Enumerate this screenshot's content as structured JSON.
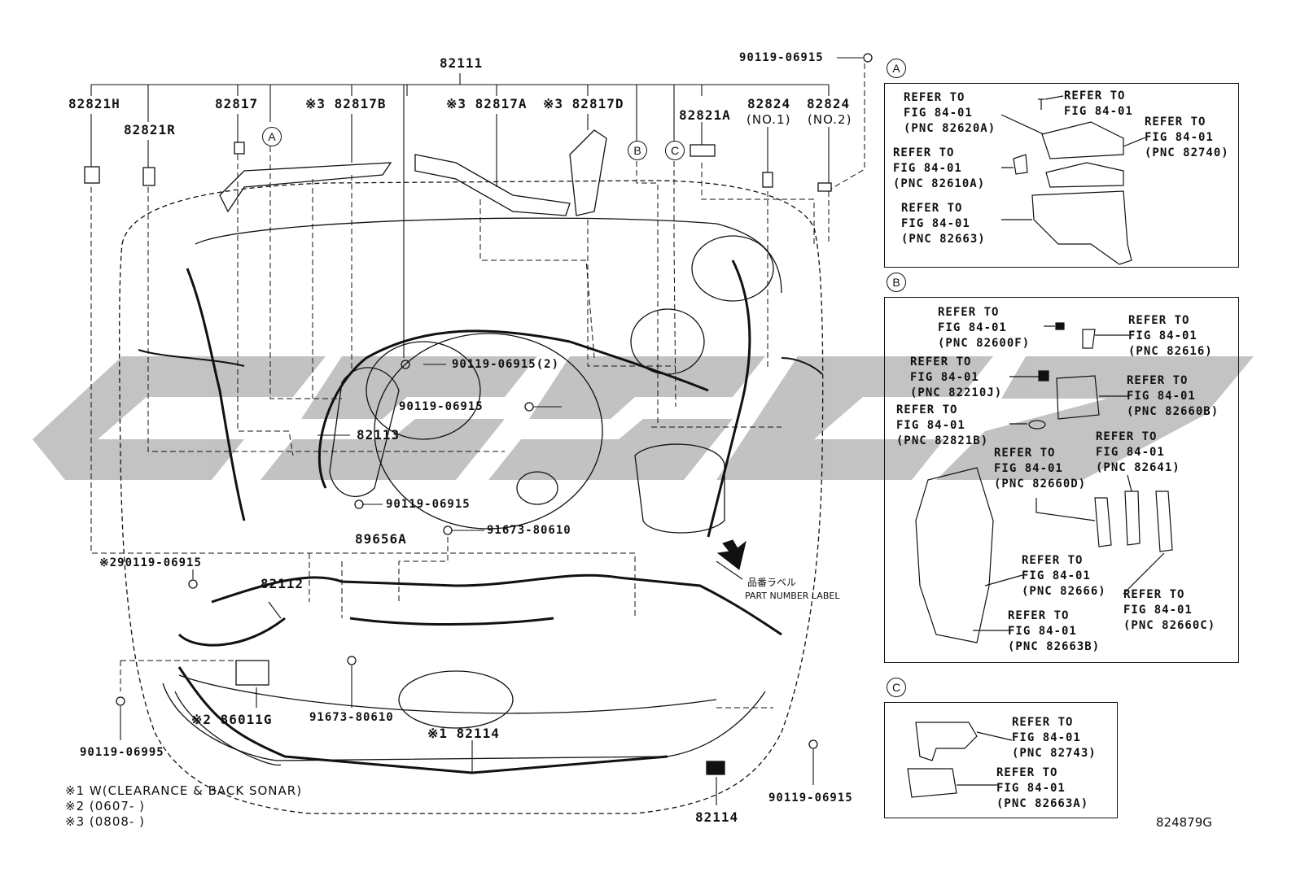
{
  "diagram": {
    "main_parts": {
      "p82111": "82111",
      "p82821H": "82821H",
      "p82821R": "82821R",
      "p82817": "82817",
      "p82817B": "※3 82817B",
      "p82817A": "※3 82817A",
      "p82817D": "※3 82817D",
      "p82821A": "82821A",
      "p82824_1": "82824",
      "p82824_1_note": "(NO.1)",
      "p82824_2": "82824",
      "p82824_2_note": "(NO.2)",
      "p90119_top": "90119-06915",
      "p90119_2": "90119-06915(2)",
      "p90119_mid": "90119-06915",
      "p82113": "82113",
      "p90119_low": "90119-06915",
      "p89656A": "89656A",
      "p91673_a": "91673-80610",
      "p90119_left": "※290119-06915",
      "p82112": "82112",
      "p86011G": "※2 86011G",
      "p91673_b": "91673-80610",
      "p82114_a": "※1 82114",
      "p90119_06995": "90119-06995",
      "p82114_b": "82114",
      "p90119_right": "90119-06915",
      "part_label_jp": "品番ラベル",
      "part_label_en": "PART NUMBER LABEL"
    },
    "callouts": {
      "a": "A",
      "b": "B",
      "c": "C"
    },
    "notes": [
      "※1 W(CLEARANCE & BACK SONAR)",
      "※2 (0607-        )",
      "※3 (0808-        )"
    ],
    "figure_id": "824879G"
  },
  "panel_a": {
    "letter": "A",
    "refs": [
      "REFER TO\nFIG 84-01\n(PNC 82620A)",
      "REFER TO\nFIG 84-01",
      "REFER TO\nFIG 84-01\n(PNC 82740)",
      "REFER TO\nFIG 84-01\n(PNC 82610A)",
      "REFER TO\nFIG 84-01\n(PNC 82663)"
    ]
  },
  "panel_b": {
    "letter": "B",
    "refs": [
      "REFER TO\nFIG 84-01\n(PNC 82600F)",
      "REFER TO\nFIG 84-01\n(PNC 82616)",
      "REFER TO\nFIG 84-01\n(PNC 82210J)",
      "REFER TO\nFIG 84-01\n(PNC 82660B)",
      "REFER TO\nFIG 84-01\n(PNC 82821B)",
      "REFER TO\nFIG 84-01\n(PNC 82660D)",
      "REFER TO\nFIG 84-01\n(PNC 82641)",
      "REFER TO\nFIG 84-01\n(PNC 82666)",
      "REFER TO\nFIG 84-01\n(PNC 82660C)",
      "REFER TO\nFIG 84-01\n(PNC 82663B)"
    ]
  },
  "panel_c": {
    "letter": "C",
    "refs": [
      "REFER TO\nFIG 84-01\n(PNC 82743)",
      "REFER TO\nFIG 84-01\n(PNC 82663A)"
    ]
  },
  "colors": {
    "ink": "#111111",
    "watermark": "#b8b8b8"
  }
}
